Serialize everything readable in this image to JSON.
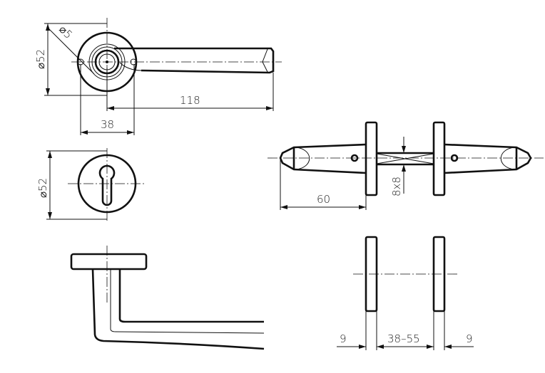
{
  "top_view": {
    "dia_hole": "⌀5",
    "dia_rosette": "⌀52",
    "length": "118",
    "hole_spacing": "38"
  },
  "keyhole_view": {
    "dia_rosette": "⌀52"
  },
  "side_view": {
    "projection": "60",
    "spindle": "8x8"
  },
  "rosette_view": {
    "thickness_left": "9",
    "door_thickness": "38–55",
    "thickness_right": "9"
  }
}
